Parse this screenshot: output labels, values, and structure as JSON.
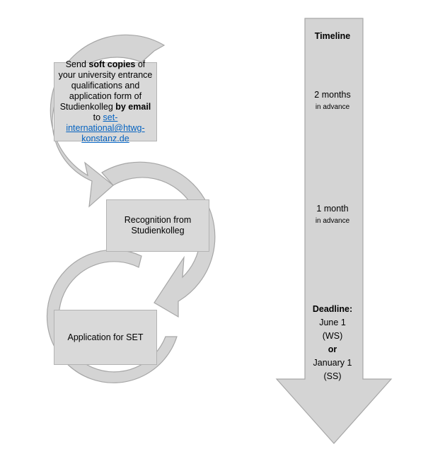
{
  "step1": {
    "pre": "Send ",
    "bold1": "soft copies",
    "mid": " of your university entrance qualifications and application form of Studienkolleg ",
    "bold2": "by email",
    "post": " to ",
    "email": "set-international@htwg-konstanz.de"
  },
  "step2": {
    "label": "Recognition from Studienkolleg"
  },
  "step3": {
    "label": "Application for SET"
  },
  "timeline": {
    "title": "Timeline",
    "m2_main": "2 months",
    "m2_sub": "in advance",
    "m1_main": "1 month",
    "m1_sub": "in advance",
    "deadline_label": "Deadline:",
    "date1": "June 1",
    "sem1": "(WS)",
    "or": "or",
    "date2": "January 1",
    "sem2": "(SS)"
  },
  "colors": {
    "arrow_fill": "#d4d4d4",
    "arrow_stroke": "#a6a6a6",
    "box_fill": "#d9d9d9",
    "link": "#0563c1"
  }
}
